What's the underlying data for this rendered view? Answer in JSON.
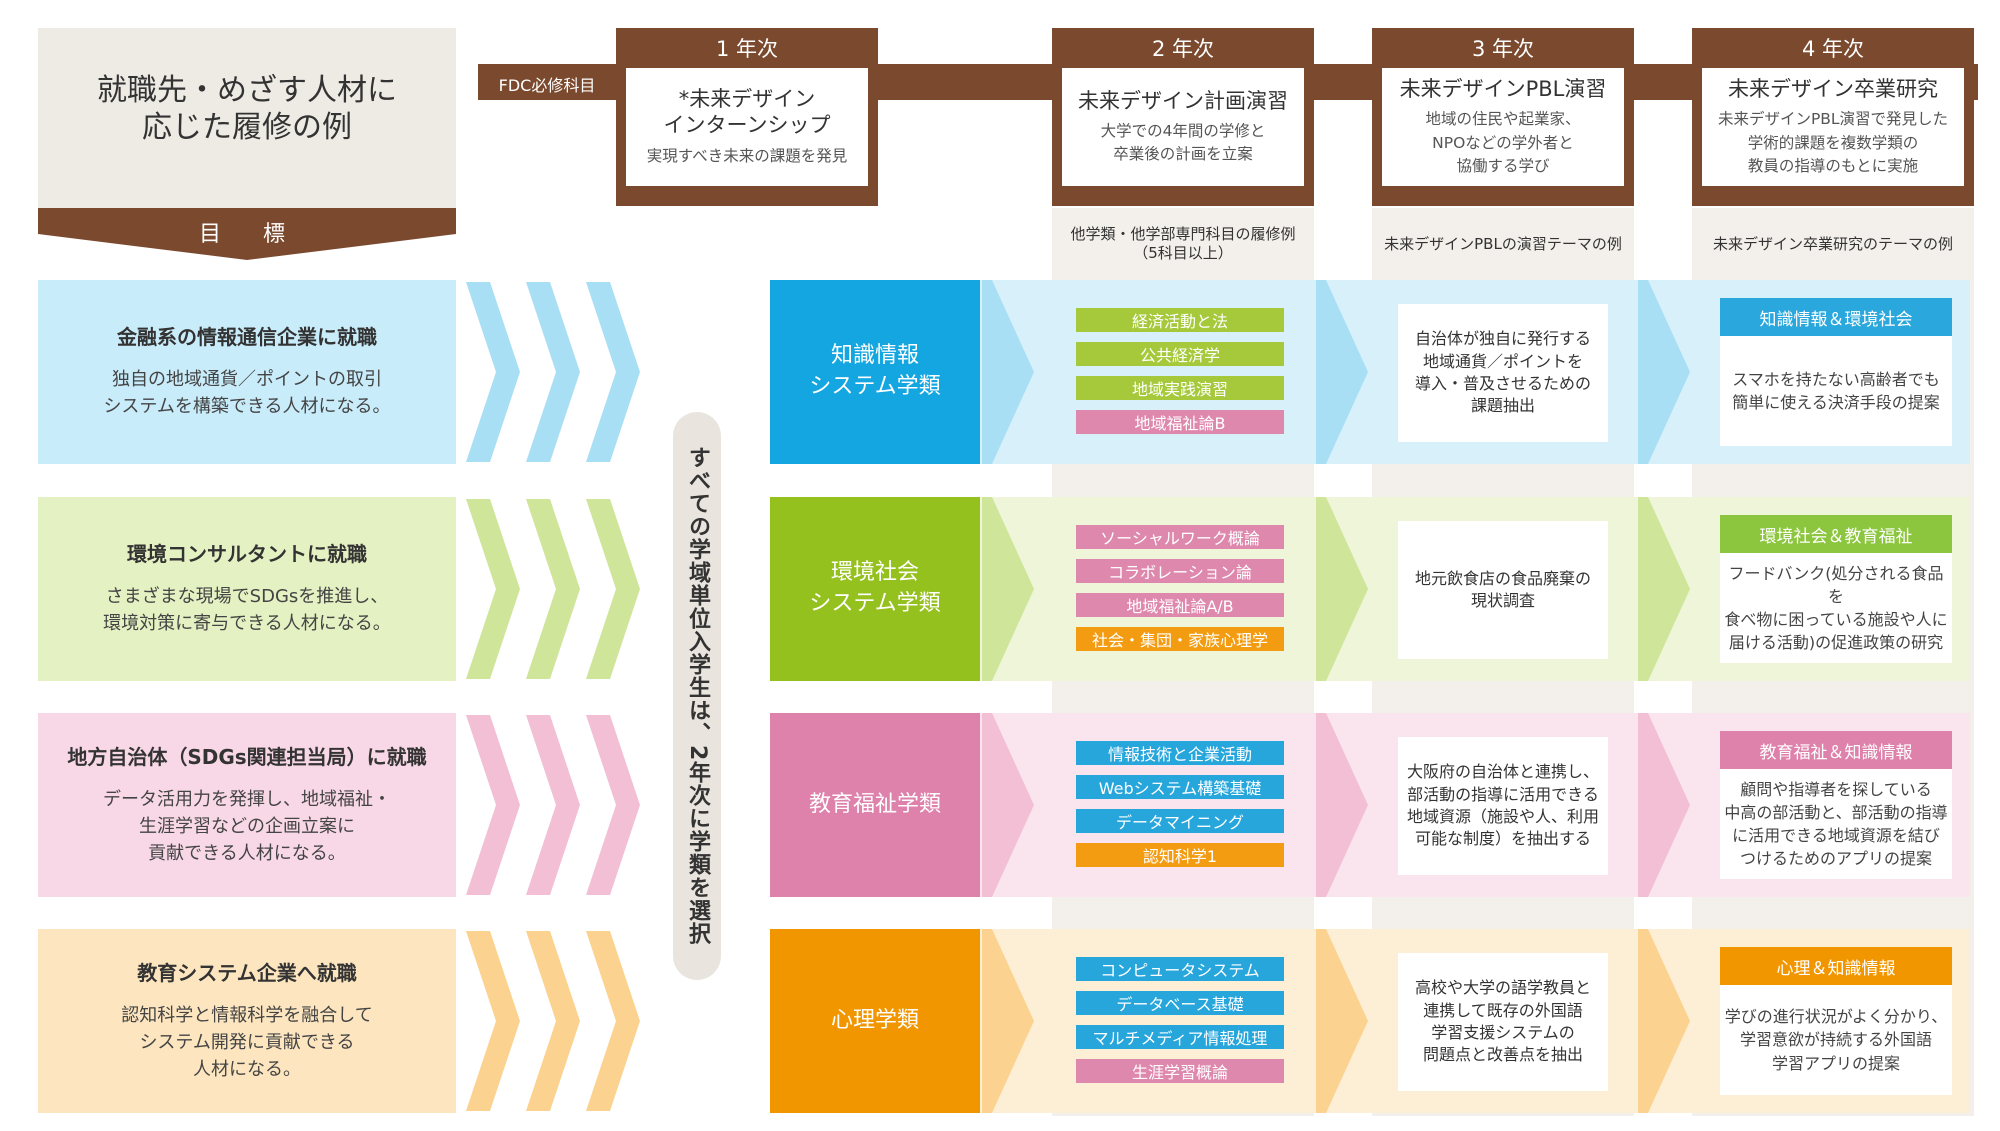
{
  "header": {
    "title": "就職先・めざす人材に\n応じた履修の例",
    "goal_label": "目　標",
    "fdc_label": "FDC必修科目"
  },
  "years": [
    {
      "label": "1 年次",
      "name": "*未来デザイン\nインターンシップ",
      "desc": "実現すべき未来の課題を発見"
    },
    {
      "label": "2 年次",
      "name": "未来デザイン計画演習",
      "desc": "大学での4年間の学修と\n卒業後の計画を立案"
    },
    {
      "label": "3 年次",
      "name": "未来デザインPBL演習",
      "desc": "地域の住民や起業家、\nNPOなどの学外者と\n協働する学び"
    },
    {
      "label": "4 年次",
      "name": "未来デザイン卒業研究",
      "desc": "未来デザインPBL演習で発見した\n学術的課題を複数学類の\n教員の指導のもとに実施"
    }
  ],
  "column_headings": {
    "courses": "他学類・他学部専門科目の履修例\n（5科目以上）",
    "pbl": "未来デザインPBLの演習テーマの例",
    "research": "未来デザイン卒業研究のテーマの例"
  },
  "vertical_note": "すべての学域単位入学生は、2年次に学類を選択",
  "rows": [
    {
      "goal_title": "金融系の情報通信企業に就職",
      "goal_desc": "独自の地域通貨／ポイントの取引\nシステムを構築できる人材になる。",
      "dept": "知識情報\nシステム学類",
      "courses": [
        {
          "label": "経済活動と法",
          "color": "#a5c93a"
        },
        {
          "label": "公共経済学",
          "color": "#a5c93a"
        },
        {
          "label": "地域実践演習",
          "color": "#a5c93a"
        },
        {
          "label": "地域福祉論B",
          "color": "#de88ad"
        }
      ],
      "pbl": "自治体が独自に発行する\n地域通貨／ポイントを\n導入・普及させるための\n課題抽出",
      "research_tag": "知識情報＆環境社会",
      "research_text": "スマホを持たない高齢者でも\n簡単に使える決済手段の提案"
    },
    {
      "goal_title": "環境コンサルタントに就職",
      "goal_desc": "さまざまな現場でSDGsを推進し、\n環境対策に寄与できる人材になる。",
      "dept": "環境社会\nシステム学類",
      "courses": [
        {
          "label": "ソーシャルワーク概論",
          "color": "#de88ad"
        },
        {
          "label": "コラボレーション論",
          "color": "#de88ad"
        },
        {
          "label": "地域福祉論A/B",
          "color": "#de88ad"
        },
        {
          "label": "社会・集団・家族心理学",
          "color": "#f39c12"
        }
      ],
      "pbl": "地元飲食店の食品廃棄の\n現状調査",
      "research_tag": "環境社会＆教育福祉",
      "research_text": "フードバンク(処分される食品を\n食べ物に困っている施設や人に\n届ける活動)の促進政策の研究"
    },
    {
      "goal_title": "地方自治体（SDGs関連担当局）に就職",
      "goal_desc": "データ活用力を発揮し、地域福祉・\n生涯学習などの企画立案に\n貢献できる人材になる。",
      "dept": "教育福祉学類",
      "courses": [
        {
          "label": "情報技術と企業活動",
          "color": "#27a6dc"
        },
        {
          "label": "Webシステム構築基礎",
          "color": "#27a6dc"
        },
        {
          "label": "データマイニング",
          "color": "#27a6dc"
        },
        {
          "label": "認知科学1",
          "color": "#f39c12"
        }
      ],
      "pbl": "大阪府の自治体と連携し、\n部活動の指導に活用できる\n地域資源（施設や人、利用\n可能な制度）を抽出する",
      "research_tag": "教育福祉＆知識情報",
      "research_text": "顧問や指導者を探している\n中高の部活動と、部活動の指導\nに活用できる地域資源を結び\nつけるためのアプリの提案"
    },
    {
      "goal_title": "教育システム企業へ就職",
      "goal_desc": "認知科学と情報科学を融合して\nシステム開発に貢献できる\n人材になる。",
      "dept": "心理学類",
      "courses": [
        {
          "label": "コンピュータシステム",
          "color": "#27a6dc"
        },
        {
          "label": "データベース基礎",
          "color": "#27a6dc"
        },
        {
          "label": "マルチメディア情報処理",
          "color": "#27a6dc"
        },
        {
          "label": "生涯学習概論",
          "color": "#de88ad"
        }
      ],
      "pbl": "高校や大学の語学教員と\n連携して既存の外国語\n学習支援システムの\n問題点と改善点を抽出",
      "research_tag": "心理＆知識情報",
      "research_text": "学びの進行状況がよく分かり、\n学習意欲が持続する外国語\n学習アプリの提案"
    }
  ],
  "colors": {
    "brown": "#7b4a2e",
    "row_light": [
      "#c9ecfa",
      "#e4f1c2",
      "#f8d8e6",
      "#fde6bf"
    ],
    "row_band": [
      "#d8f0fa",
      "#eef5d8",
      "#fae4ee",
      "#fdefd6"
    ],
    "dept": [
      "#13a6e0",
      "#95c11f",
      "#de81ab",
      "#f29600"
    ],
    "chevron": [
      "#a8dff5",
      "#cfe59a",
      "#f2bfd5",
      "#fbd290"
    ],
    "research_tag": [
      "#2aa8dd",
      "#8cc63f",
      "#de81ab",
      "#f29600"
    ]
  }
}
